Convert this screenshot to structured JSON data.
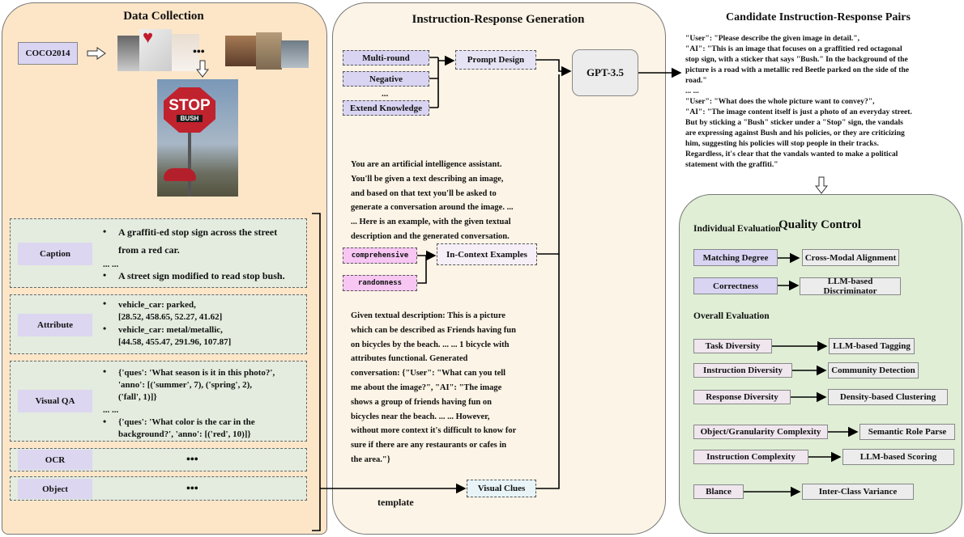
{
  "data_collection": {
    "title": "Data Collection",
    "coco": "COCO2014",
    "ellipsis": "•••",
    "sections": {
      "caption": {
        "label": "Caption",
        "line1": "A graffiti-ed stop sign across the street",
        "line1b": "from a red car.",
        "dots": "... ...",
        "line2": "A street sign modified to read stop bush."
      },
      "attribute": {
        "label": "Attribute",
        "l1": "vehicle_car: parked,",
        "l2": "[28.52, 458.65, 52.27, 41.62]",
        "l3": "vehicle_car: metal/metallic,",
        "l4": "[44.58, 455.47, 291.96, 107.87]"
      },
      "vqa": {
        "label": "Visual QA",
        "l1": "{'ques': 'What season is it in this photo?',",
        "l2": "'anno': [('summer', 7), ('spring', 2),",
        "l3": "('fall', 1)]}",
        "dots": "... ...",
        "l4": "{'ques': 'What color is the car in the",
        "l5": "background?', 'anno': [('red', 10)]}"
      },
      "ocr": {
        "label": "OCR",
        "value": "•••"
      },
      "object": {
        "label": "Object",
        "value": "•••"
      }
    },
    "sign_text_top": "STOP",
    "sign_text_bottom": "BUSH"
  },
  "generation": {
    "title": "Instruction-Response Generation",
    "types": [
      "Multi-round",
      "Negative",
      "...",
      "Extend Knowledge"
    ],
    "prompt_design": "Prompt Design",
    "gpt": "GPT-3.5",
    "system_prompt": [
      "You are an artificial intelligence assistant.",
      "You'll be given a text describing an image,",
      "and based on that text you'll be asked to",
      "generate a conversation around the image. ...",
      "... Here is an example, with the given textual",
      "description and the generated conversation."
    ],
    "context_tags": [
      "comprehensive",
      "randomness"
    ],
    "in_context": "In-Context Examples",
    "example": [
      "Given textual description: This is a picture",
      "which can be described as Friends having fun",
      "on bicycles by the beach. ... ... 1 bicycle with",
      "attributes functional. Generated",
      "conversation: {\"User\": \"What can you tell",
      "me about the image?\", \"AI\": \"The image",
      "shows a group of friends having fun on",
      "bicycles near the beach. ... ... However,",
      "without more context it's difficult to know for",
      "sure if there are any restaurants or cafes in",
      "the area.\"}"
    ],
    "visual_clues": "Visual Clues",
    "template": "template"
  },
  "candidates": {
    "title": "Candidate Instruction-Response Pairs",
    "lines": [
      "\"User\": \"Please describe the given image in detail.\",",
      "\"AI\": \"This is an image that focuses on a graffitied red octagonal",
      "stop sign, with a sticker that says \"Bush.\" In the background of the",
      "picture is a road with a metallic red Beetle parked on the side of the",
      "road.\"",
      "... ...",
      "\"User\": \"What does the whole picture want to convey?\",",
      "\"AI\": \"The image content itself is just a photo of an everyday street.",
      "But by sticking a \"Bush\" sticker under a \"Stop\" sign, the vandals",
      "are expressing against Bush and his policies, or they are criticizing",
      "him, suggesting his policies will stop people in their tracks.",
      "Regardless, it's clear that the vandals wanted to make a political",
      "statement with the graffiti.\""
    ]
  },
  "quality": {
    "title": "Quality Control",
    "individual_title": "Individual Evaluation",
    "overall_title": "Overall Evaluation",
    "rows": [
      {
        "left": "Matching Degree",
        "right": "Cross-Modal Alignment"
      },
      {
        "left": "Correctness",
        "right": "LLM-based Discriminator"
      },
      {
        "left": "Task Diversity",
        "right": "LLM-based Tagging"
      },
      {
        "left": "Instruction  Diversity",
        "right": "Community Detection"
      },
      {
        "left": "Response  Diversity",
        "right": "Density-based Clustering"
      },
      {
        "left": "Object/Granularity Complexity",
        "right": "Semantic Role Parse"
      },
      {
        "left": "Instruction Complexity",
        "right": "LLM-based Scoring"
      },
      {
        "left": "Blance",
        "right": "Inter-Class  Variance"
      }
    ]
  },
  "colors": {
    "panel_left": "#fde6c8",
    "panel_mid": "#fcf4e6",
    "panel_right": "#dfeed5",
    "section_bg": "#e3ecde",
    "label_purple": "#d9d4f2",
    "tag_pink": "#f7c6f3",
    "stop_red": "#c0222e"
  },
  "icons": [
    "arrow-right-outline-icon",
    "arrow-down-outline-icon",
    "stop-sign-photo"
  ]
}
